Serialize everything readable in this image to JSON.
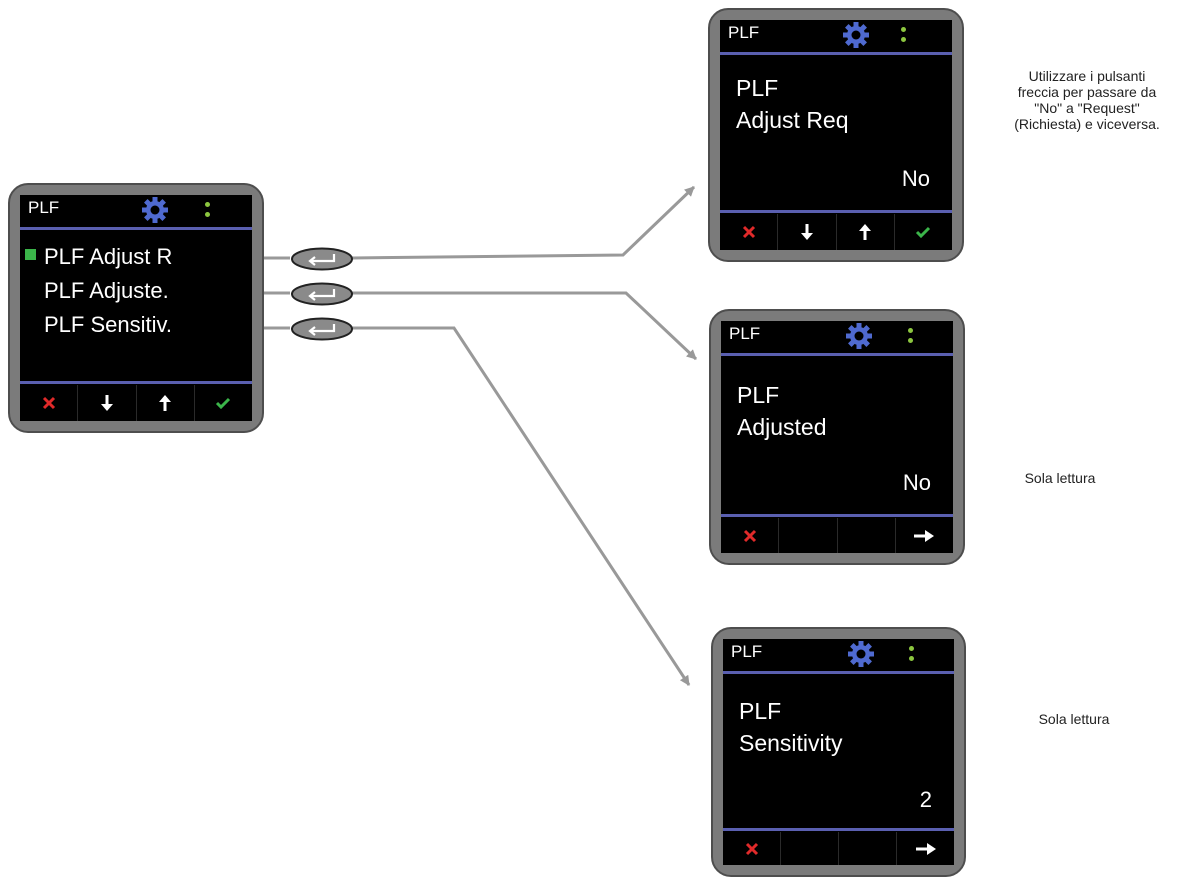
{
  "main_screen": {
    "title": "PLF",
    "items": [
      {
        "label": "PLF Adjust R"
      },
      {
        "label": "PLF Adjuste."
      },
      {
        "label": "PLF Sensitiv."
      }
    ],
    "footer_buttons": [
      "close-icon",
      "arrow-down-icon",
      "arrow-up-icon",
      "check-icon"
    ]
  },
  "screens": [
    {
      "title": "PLF",
      "line1": "PLF",
      "line2": "Adjust Req",
      "value": "No",
      "footer_buttons": [
        "close-icon",
        "arrow-down-icon",
        "arrow-up-icon",
        "check-icon"
      ]
    },
    {
      "title": "PLF",
      "line1": "PLF",
      "line2": "Adjusted",
      "value": "No",
      "footer_buttons": [
        "close-icon",
        "",
        "",
        "arrow-right-icon"
      ]
    },
    {
      "title": "PLF",
      "line1": "PLF",
      "line2": "Sensitivity",
      "value": "2",
      "footer_buttons": [
        "close-icon",
        "",
        "",
        "arrow-right-icon"
      ]
    }
  ],
  "notes": [
    {
      "lines": [
        "Utilizzare i pulsanti",
        "freccia per passare da",
        "\"No\" a \"Request\"",
        "(Richiesta) e viceversa."
      ]
    },
    {
      "lines": [
        "Sola lettura"
      ]
    },
    {
      "lines": [
        "Sola lettura"
      ]
    }
  ],
  "colors": {
    "accent_line": "#5a5fb0",
    "gear": "#4f6ad0",
    "status_dot": "#8cc63f",
    "selection": "#3bb54a",
    "close": "#e02a2a",
    "check": "#3bb54a",
    "connector": "#999999"
  }
}
